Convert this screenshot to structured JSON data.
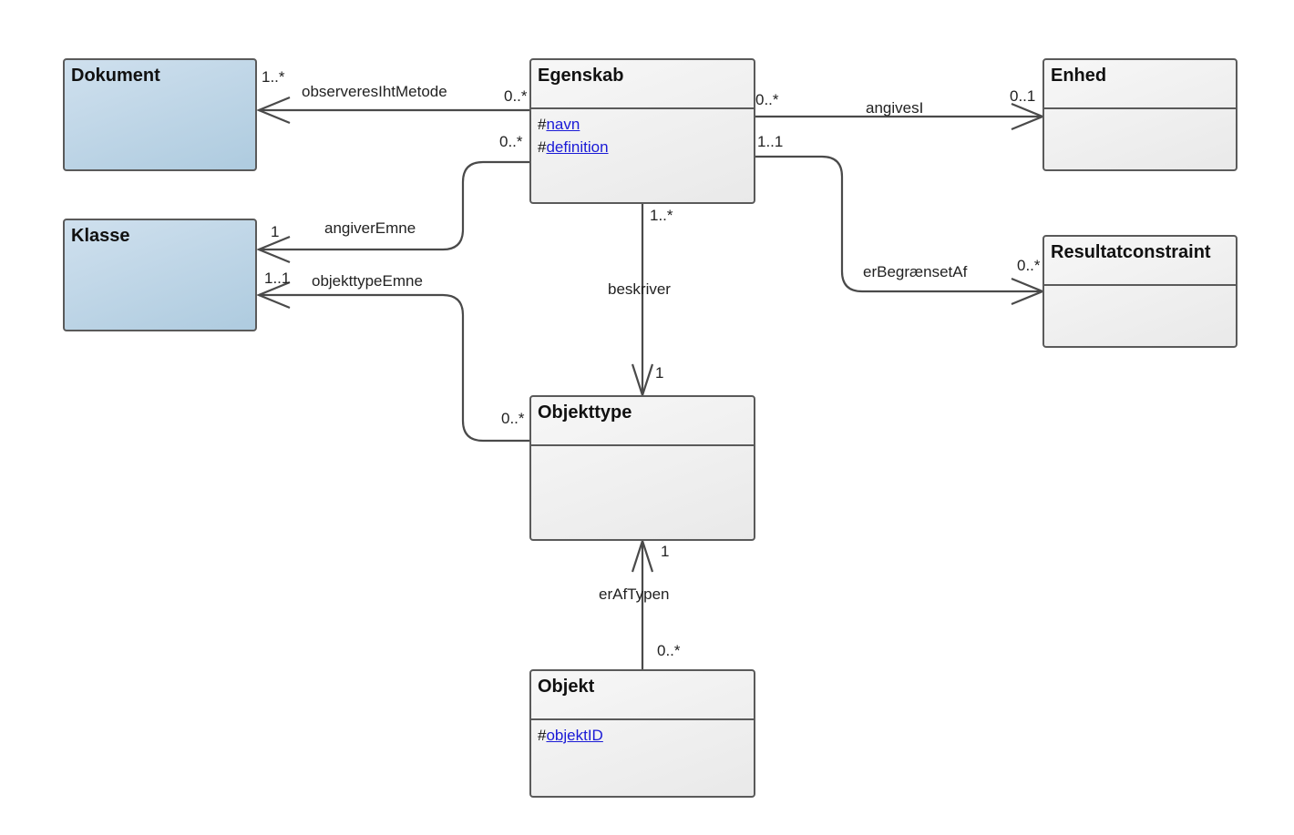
{
  "classes": {
    "dokument": {
      "name": "Dokument"
    },
    "klasse": {
      "name": "Klasse"
    },
    "egenskab": {
      "name": "Egenskab",
      "attributes": [
        {
          "prefix": "#",
          "name": "navn"
        },
        {
          "prefix": "#",
          "name": "definition"
        }
      ]
    },
    "enhed": {
      "name": "Enhed"
    },
    "resultatconstraint": {
      "name": "Resultatconstraint"
    },
    "objekttype": {
      "name": "Objekttype"
    },
    "objekt": {
      "name": "Objekt",
      "attributes": [
        {
          "prefix": "#",
          "name": "objektID"
        }
      ]
    }
  },
  "associations": {
    "observeres": {
      "label": "observeresIhtMetode",
      "source_mult": "0..*",
      "target_mult": "1..*"
    },
    "angiverEmne": {
      "label": "angiverEmne",
      "source_mult": "0..*",
      "target_mult": "1"
    },
    "objekttypeEmne": {
      "label": "objekttypeEmne",
      "source_mult": "0..*",
      "target_mult": "1..1"
    },
    "angivesI": {
      "label": "angivesI",
      "source_mult": "0..*",
      "target_mult": "0..1"
    },
    "erBegraensetAf": {
      "label": "erBegrænsetAf",
      "source_mult": "1..1",
      "target_mult": "0..*"
    },
    "beskriver": {
      "label": "beskriver",
      "source_mult": "1..*",
      "target_mult": "1"
    },
    "erAfTypen": {
      "label": "erAfTypen",
      "source_mult": "0..*",
      "target_mult": "1"
    }
  }
}
